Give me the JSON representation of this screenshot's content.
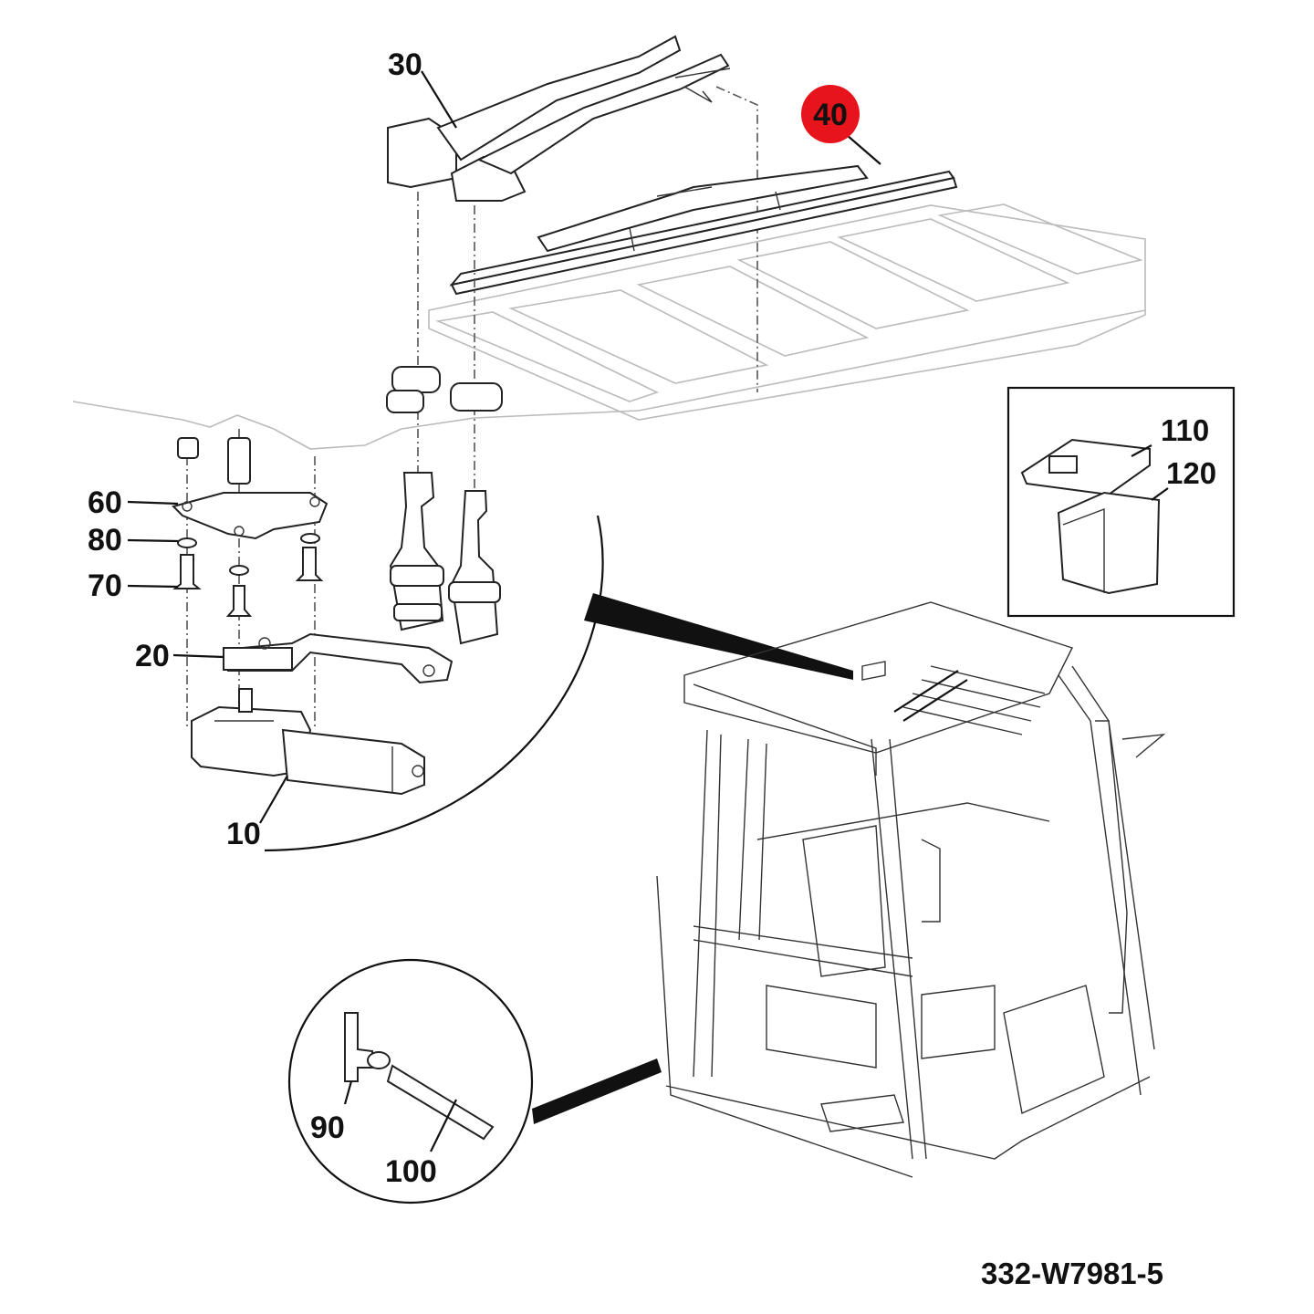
{
  "diagram": {
    "drawing_code": "332-W7981-5",
    "highlight_color": "#e8141c",
    "callouts": [
      {
        "id": "c10",
        "label": "10"
      },
      {
        "id": "c20",
        "label": "20"
      },
      {
        "id": "c30",
        "label": "30"
      },
      {
        "id": "c40",
        "label": "40",
        "highlighted": true
      },
      {
        "id": "c60",
        "label": "60"
      },
      {
        "id": "c70",
        "label": "70"
      },
      {
        "id": "c80",
        "label": "80"
      },
      {
        "id": "c90",
        "label": "90"
      },
      {
        "id": "c100",
        "label": "100"
      },
      {
        "id": "c110",
        "label": "110"
      },
      {
        "id": "c120",
        "label": "120"
      }
    ]
  }
}
